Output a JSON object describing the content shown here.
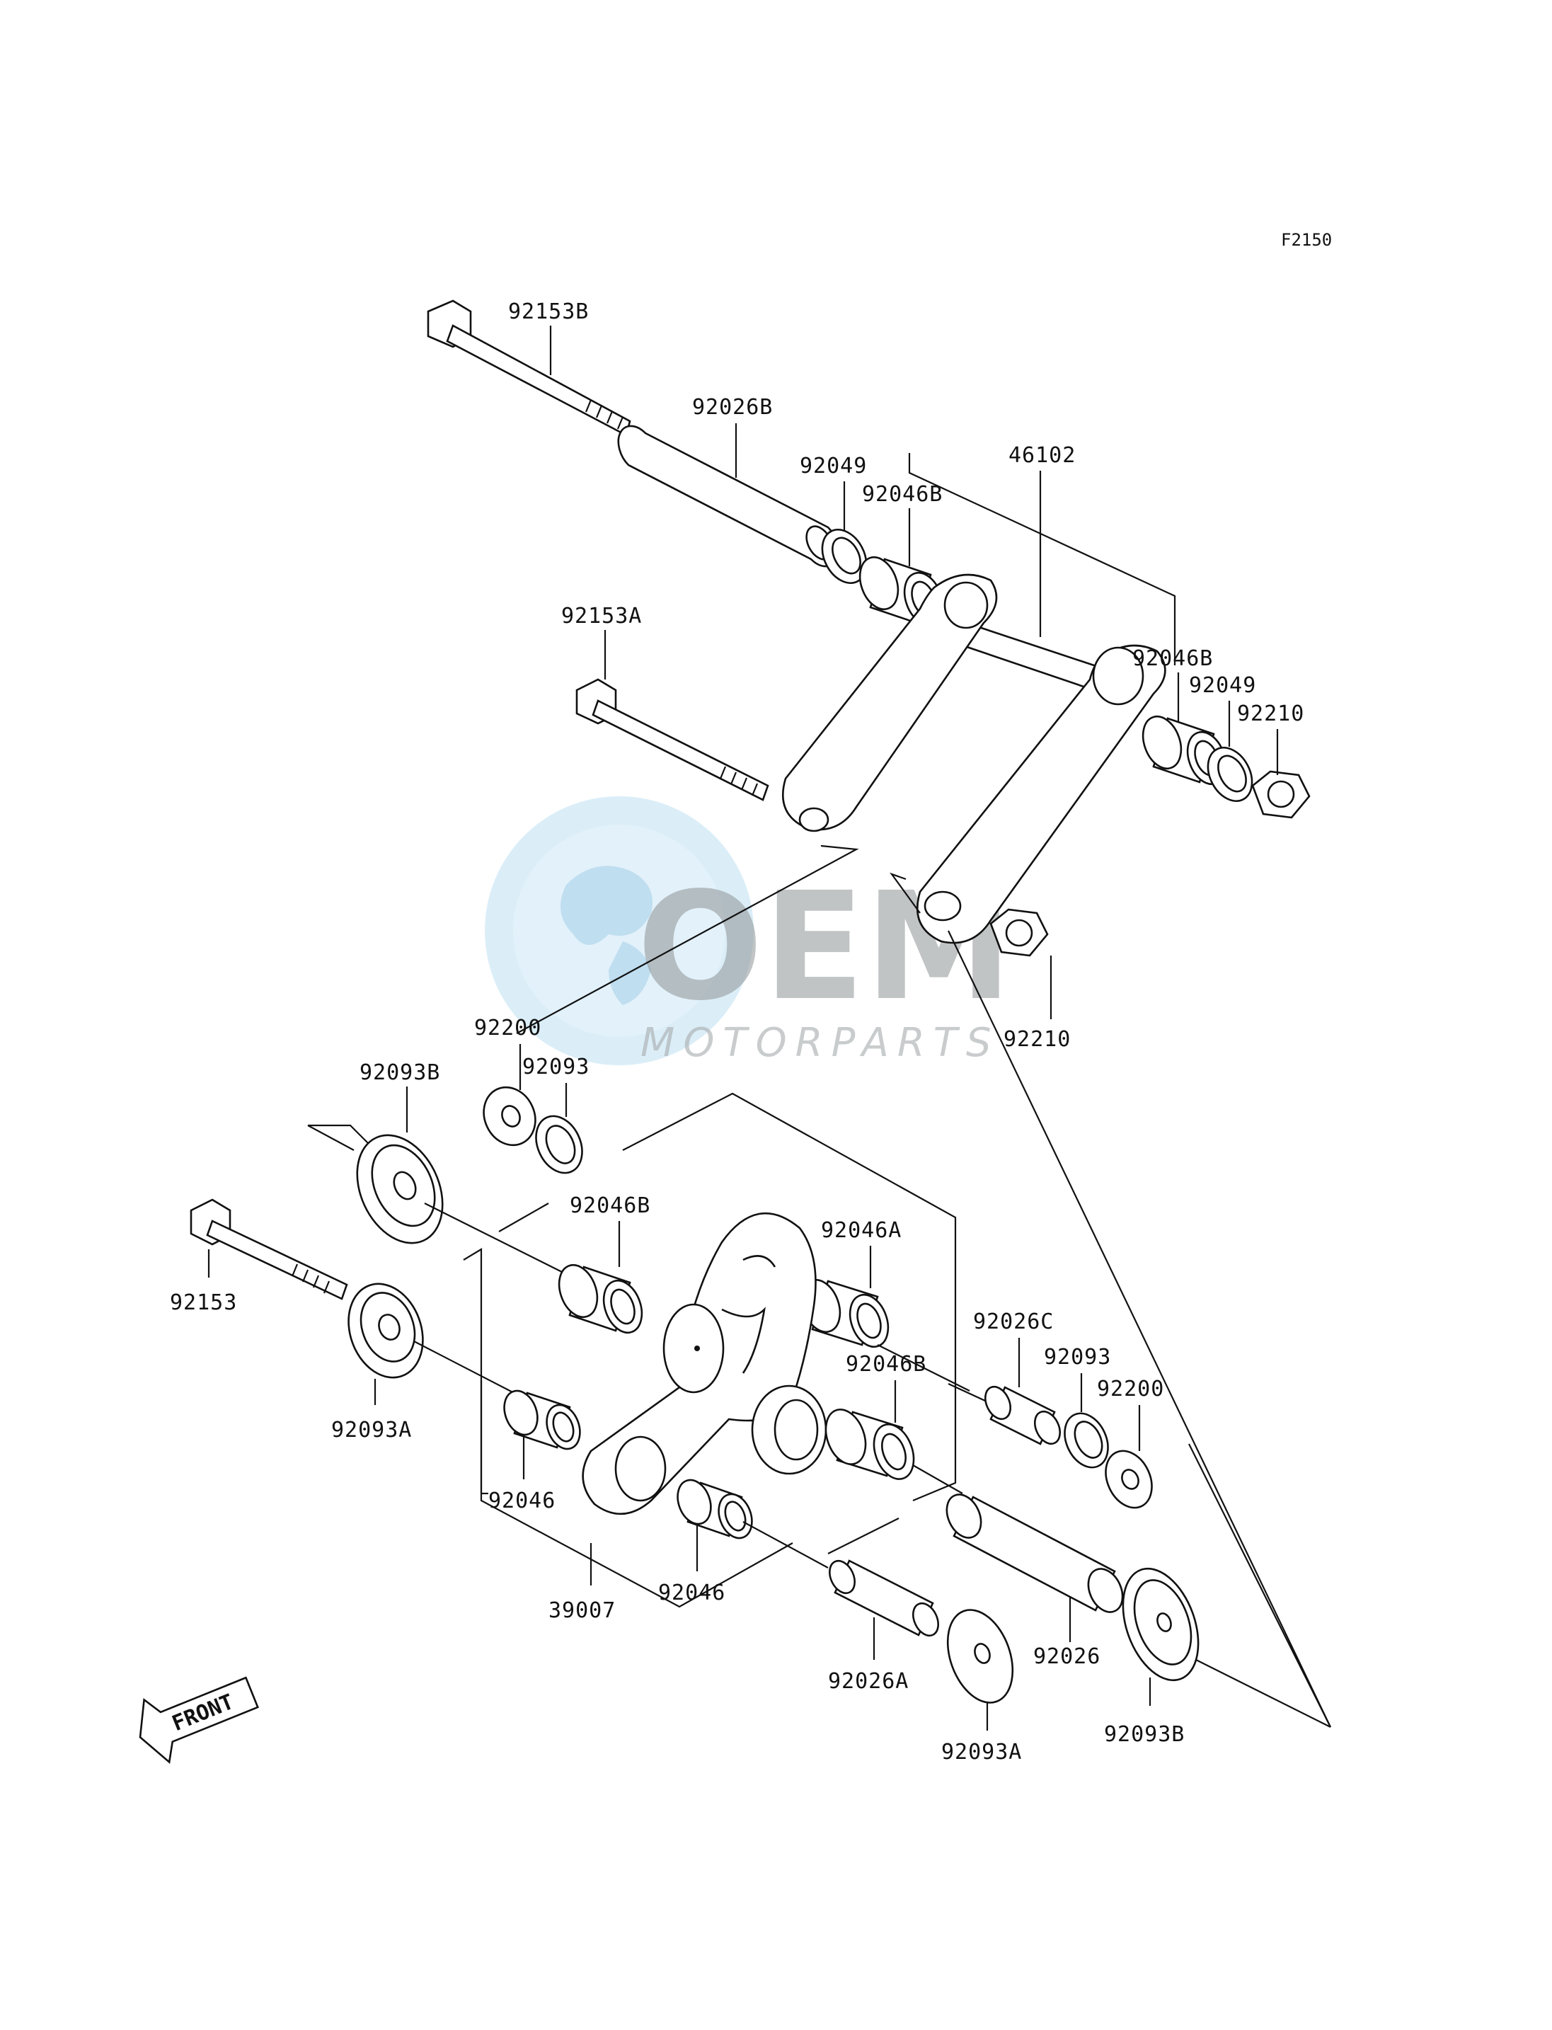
{
  "diagram": {
    "code": "F2150",
    "front_label": "FRONT",
    "watermark": {
      "brand": "OEM",
      "sub": "MOTORPARTS",
      "colors": {
        "globe": "#cfe8f6",
        "brand": "#8f9496"
      }
    },
    "labels": {
      "p92153B": "92153B",
      "p92026B": "92026B",
      "p92049_top": "92049",
      "p92046B_top": "92046B",
      "p46102": "46102",
      "p92153A": "92153A",
      "p92046B_right": "92046B",
      "p92049_right": "92049",
      "p92210_right": "92210",
      "p92210_mid": "92210",
      "p92200_left": "92200",
      "p92093_left": "92093",
      "p92093B_left": "92093B",
      "p92046B_mid": "92046B",
      "p92046A": "92046A",
      "p92153": "92153",
      "p92093A_left": "92093A",
      "p92026C": "92026C",
      "p92046B_low": "92046B",
      "p92093_right": "92093",
      "p92200_right": "92200",
      "p92046_left": "92046",
      "p92046_mid": "92046",
      "p39007": "39007",
      "p92026": "92026",
      "p92026A": "92026A",
      "p92093A_bottom": "92093A",
      "p92093B_bottom": "92093B"
    }
  }
}
